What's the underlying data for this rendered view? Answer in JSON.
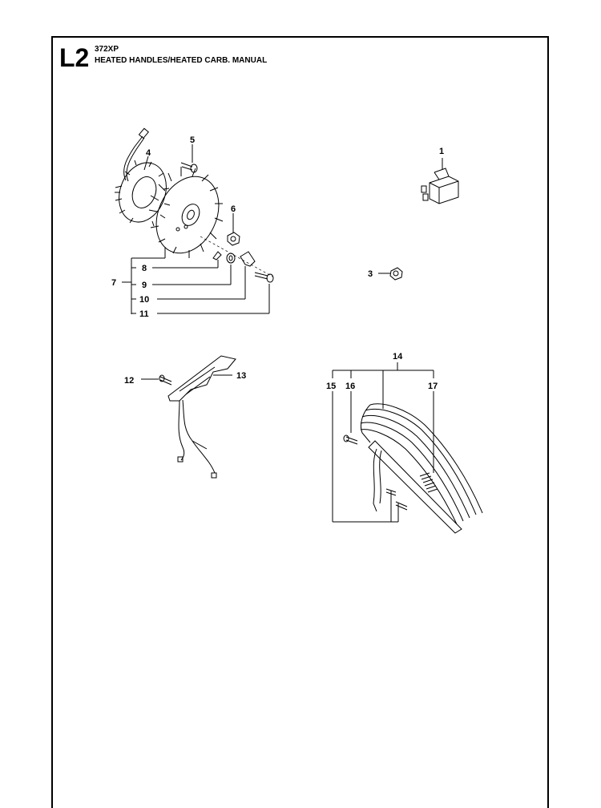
{
  "header": {
    "section": "L2",
    "model": "372XP",
    "title": "HEATED HANDLES/HEATED CARB. MANUAL"
  },
  "callouts": {
    "c1": "1",
    "c3": "3",
    "c4": "4",
    "c5": "5",
    "c6": "6",
    "c7": "7",
    "c8": "8",
    "c9": "9",
    "c10": "10",
    "c11": "11",
    "c12": "12",
    "c13": "13",
    "c14": "14",
    "c15": "15",
    "c16": "16",
    "c17": "17"
  },
  "colors": {
    "line": "#000000",
    "background": "#ffffff"
  }
}
